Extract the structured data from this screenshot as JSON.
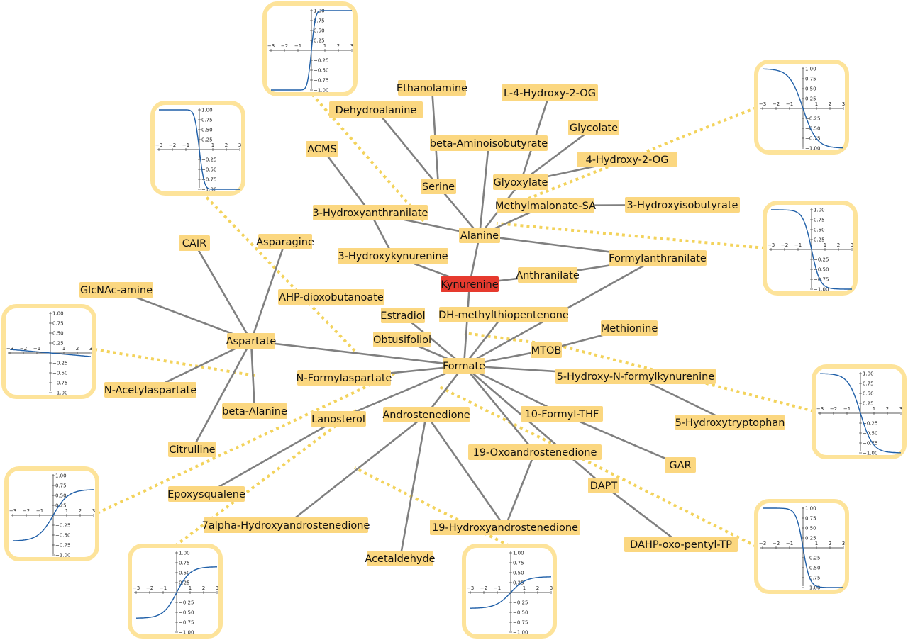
{
  "colors": {
    "node_fill": "#fbd780",
    "highlight_fill": "#e63a2e",
    "edge": "#808080",
    "dotted_edge": "#f3d35c",
    "inset_frame": "#fde39a",
    "curve": "#1f5fa8"
  },
  "nodes": [
    {
      "id": "kynurenine",
      "label": "Kynurenine",
      "highlight": true
    },
    {
      "id": "formate",
      "label": "Formate"
    },
    {
      "id": "alanine",
      "label": "Alanine"
    },
    {
      "id": "ethanolamine",
      "label": "Ethanolamine"
    },
    {
      "id": "dehydroalanine",
      "label": "Dehydroalanine"
    },
    {
      "id": "l4hydroxy2og",
      "label": "L-4-Hydroxy-2-OG"
    },
    {
      "id": "glycolate",
      "label": "Glycolate"
    },
    {
      "id": "betaaminoisobutyrate",
      "label": "beta-Aminoisobutyrate"
    },
    {
      "id": "acms",
      "label": "ACMS"
    },
    {
      "id": "hydroxy2og",
      "label": "4-Hydroxy-2-OG"
    },
    {
      "id": "serine",
      "label": "Serine"
    },
    {
      "id": "glyoxylate",
      "label": "Glyoxylate"
    },
    {
      "id": "methylmalonatesa",
      "label": "Methylmalonate-SA"
    },
    {
      "id": "hydroxyisobutyrate",
      "label": "3-Hydroxyisobutyrate"
    },
    {
      "id": "hydroxyanthranilate",
      "label": "3-Hydroxyanthranilate"
    },
    {
      "id": "cair",
      "label": "CAIR"
    },
    {
      "id": "asparagine",
      "label": "Asparagine"
    },
    {
      "id": "formylanthranilate",
      "label": "Formylanthranilate"
    },
    {
      "id": "hydroxykynurenine",
      "label": "3-Hydroxykynurenine"
    },
    {
      "id": "anthranilate",
      "label": "Anthranilate"
    },
    {
      "id": "glcnacamine",
      "label": "GlcNAc-amine"
    },
    {
      "id": "ahpdioxobutanoate",
      "label": "AHP-dioxobutanoate"
    },
    {
      "id": "estradiol",
      "label": "Estradiol"
    },
    {
      "id": "dhmethylthiopentenone",
      "label": "DH-methylthiopentenone"
    },
    {
      "id": "methionine",
      "label": "Methionine"
    },
    {
      "id": "aspartate",
      "label": "Aspartate"
    },
    {
      "id": "obtusifoliol",
      "label": "Obtusifoliol"
    },
    {
      "id": "mtob",
      "label": "MTOB"
    },
    {
      "id": "nformylaspartate",
      "label": "N-Formylaspartate"
    },
    {
      "id": "hydroxynformylkynurenine",
      "label": "5-Hydroxy-N-formylkynurenine"
    },
    {
      "id": "nacetylaspartate",
      "label": "N-Acetylaspartate"
    },
    {
      "id": "betaalanine",
      "label": "beta-Alanine"
    },
    {
      "id": "lanosterol",
      "label": "Lanosterol"
    },
    {
      "id": "androstenedione",
      "label": "Androstenedione"
    },
    {
      "id": "formylthf",
      "label": "10-Formyl-THF"
    },
    {
      "id": "hydroxytryptophan",
      "label": "5-Hydroxytryptophan"
    },
    {
      "id": "citrulline",
      "label": "Citrulline"
    },
    {
      "id": "oxoandrostenedione",
      "label": "19-Oxoandrostenedione"
    },
    {
      "id": "gar",
      "label": "GAR"
    },
    {
      "id": "dapt",
      "label": "DAPT"
    },
    {
      "id": "epoxysqualene",
      "label": "Epoxysqualene"
    },
    {
      "id": "alphahydroxyandrostenedione",
      "label": "7alpha-Hydroxyandrostenedione"
    },
    {
      "id": "hydroxyandrostenedione19",
      "label": "19-Hydroxyandrostenedione"
    },
    {
      "id": "dahpoxopentyltp",
      "label": "DAHP-oxo-pentyl-TP"
    },
    {
      "id": "acetaldehyde",
      "label": "Acetaldehyde"
    }
  ],
  "edges": [
    [
      "ethanolamine",
      "serine"
    ],
    [
      "dehydroalanine",
      "serine"
    ],
    [
      "serine",
      "alanine"
    ],
    [
      "l4hydroxy2og",
      "glyoxylate"
    ],
    [
      "glycolate",
      "glyoxylate"
    ],
    [
      "hydroxy2og",
      "glyoxylate"
    ],
    [
      "glyoxylate",
      "alanine"
    ],
    [
      "betaaminoisobutyrate",
      "alanine"
    ],
    [
      "acms",
      "hydroxyanthranilate"
    ],
    [
      "methylmalonatesa",
      "alanine"
    ],
    [
      "methylmalonatesa",
      "hydroxyisobutyrate"
    ],
    [
      "hydroxyanthranilate",
      "alanine"
    ],
    [
      "hydroxyanthranilate",
      "hydroxykynurenine"
    ],
    [
      "alanine",
      "formylanthranilate"
    ],
    [
      "alanine",
      "kynurenine"
    ],
    [
      "hydroxykynurenine",
      "kynurenine"
    ],
    [
      "kynurenine",
      "anthranilate"
    ],
    [
      "anthranilate",
      "formylanthranilate"
    ],
    [
      "formylanthranilate",
      "formate"
    ],
    [
      "kynurenine",
      "formate"
    ],
    [
      "cair",
      "aspartate"
    ],
    [
      "asparagine",
      "aspartate"
    ],
    [
      "glcnacamine",
      "aspartate"
    ],
    [
      "aspartate",
      "nacetylaspartate"
    ],
    [
      "aspartate",
      "betaalanine"
    ],
    [
      "aspartate",
      "citrulline"
    ],
    [
      "aspartate",
      "formate"
    ],
    [
      "estradiol",
      "formate"
    ],
    [
      "dhmethylthiopentenone",
      "formate"
    ],
    [
      "obtusifoliol",
      "formate"
    ],
    [
      "methionine",
      "mtob"
    ],
    [
      "mtob",
      "formate"
    ],
    [
      "nformylaspartate",
      "formate"
    ],
    [
      "hydroxynformylkynurenine",
      "formate"
    ],
    [
      "hydroxynformylkynurenine",
      "hydroxytryptophan"
    ],
    [
      "lanosterol",
      "formate"
    ],
    [
      "lanosterol",
      "epoxysqualene"
    ],
    [
      "androstenedione",
      "formate"
    ],
    [
      "androstenedione",
      "alphahydroxyandrostenedione"
    ],
    [
      "androstenedione",
      "hydroxyandrostenedione19"
    ],
    [
      "androstenedione",
      "acetaldehyde"
    ],
    [
      "formylthf",
      "formate"
    ],
    [
      "formylthf",
      "gar"
    ],
    [
      "oxoandrostenedione",
      "formate"
    ],
    [
      "oxoandrostenedione",
      "hydroxyandrostenedione19"
    ],
    [
      "dapt",
      "formate"
    ],
    [
      "dapt",
      "dahpoxopentyltp"
    ]
  ],
  "insets": [
    {
      "id": "inset-top",
      "kind": "erf",
      "a": 3.0,
      "sign": 1
    },
    {
      "id": "inset-upper-right",
      "kind": "tanh",
      "a": 1.0,
      "sign": -1
    },
    {
      "id": "inset-upper-left",
      "kind": "erf",
      "a": 2.5,
      "sign": -1
    },
    {
      "id": "inset-right-middle",
      "kind": "tanh",
      "a": 1.6,
      "sign": -1
    },
    {
      "id": "inset-left",
      "kind": "linear",
      "a": -0.03,
      "sign": 1
    },
    {
      "id": "inset-right-lower",
      "kind": "tanh",
      "a": 1.1,
      "sign": -1
    },
    {
      "id": "inset-lower-left",
      "kind": "tanh",
      "a": 0.9,
      "sign": 0.65
    },
    {
      "id": "inset-bottom-right",
      "kind": "tanh",
      "a": 2.0,
      "sign": -1
    },
    {
      "id": "inset-bottom-left",
      "kind": "tanh",
      "a": 1.0,
      "sign": 0.65
    },
    {
      "id": "inset-bottom-center",
      "kind": "tanh",
      "a": 0.9,
      "sign": 0.4
    }
  ],
  "inset_axes": {
    "x_ticks": [
      "−3",
      "−2",
      "−1",
      "0",
      "1",
      "2",
      "3"
    ],
    "y_ticks": [
      "1.00",
      "0.75",
      "0.50",
      "0.25",
      "−0.25",
      "−0.50",
      "−0.75",
      "−1.00"
    ]
  }
}
